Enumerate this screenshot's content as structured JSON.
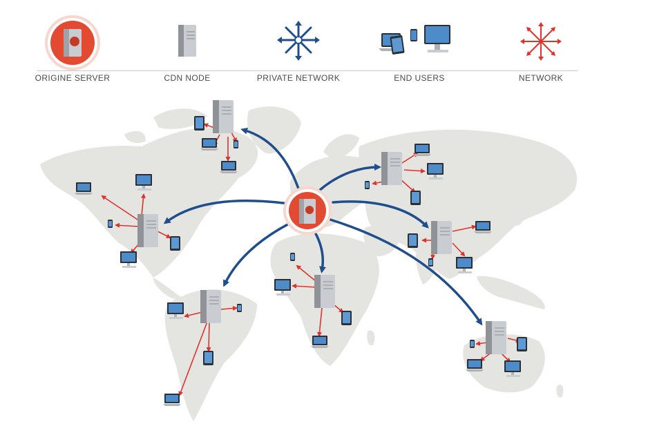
{
  "legend": {
    "origin": {
      "label": "ORIGINE SERVER",
      "icon": "origin-server-icon"
    },
    "cdn": {
      "label": "CDN NODE",
      "icon": "cdn-node-icon"
    },
    "private": {
      "label": "PRIVATE NETWORK",
      "icon": "private-network-icon"
    },
    "users": {
      "label": "END USERS",
      "icon": "end-users-icon"
    },
    "network": {
      "label": "NETWORK",
      "icon": "network-icon"
    }
  },
  "colors": {
    "origin_red": "#e24a32",
    "private_blue": "#1f4e8c",
    "network_red": "#e0322a",
    "land": "#e4e4e1",
    "server_gray": "#b9bcc0"
  }
}
